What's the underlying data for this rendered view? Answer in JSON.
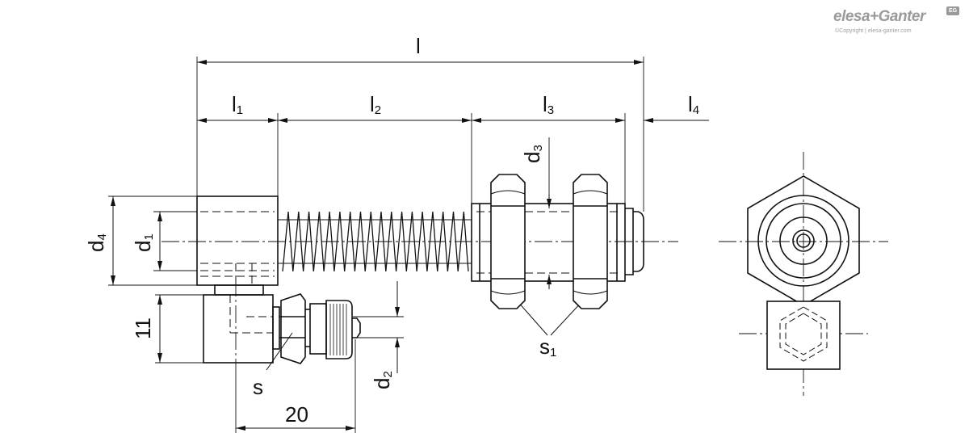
{
  "logo": {
    "brand_left": "elesa",
    "brand_plus": "+",
    "brand_right": "Ganter",
    "copyright": "©Copyright | elesa-ganter.com",
    "badge": "EG"
  },
  "dimensions": {
    "l": {
      "main": "l",
      "sub": ""
    },
    "l1": {
      "main": "l",
      "sub": "1"
    },
    "l2": {
      "main": "l",
      "sub": "2"
    },
    "l3": {
      "main": "l",
      "sub": "3"
    },
    "l4": {
      "main": "l",
      "sub": "4"
    },
    "d1": {
      "main": "d",
      "sub": "1"
    },
    "d2": {
      "main": "d",
      "sub": "2"
    },
    "d3": {
      "main": "d",
      "sub": "3"
    },
    "d4": {
      "main": "d",
      "sub": "4"
    },
    "s": {
      "main": "s",
      "sub": ""
    },
    "s1": {
      "main": "s",
      "sub": "1"
    },
    "h11": {
      "main": "11",
      "sub": ""
    },
    "w20": {
      "main": "20",
      "sub": ""
    }
  },
  "colors": {
    "line": "#111111",
    "background": "#ffffff",
    "logo": "#9a9a9a"
  }
}
